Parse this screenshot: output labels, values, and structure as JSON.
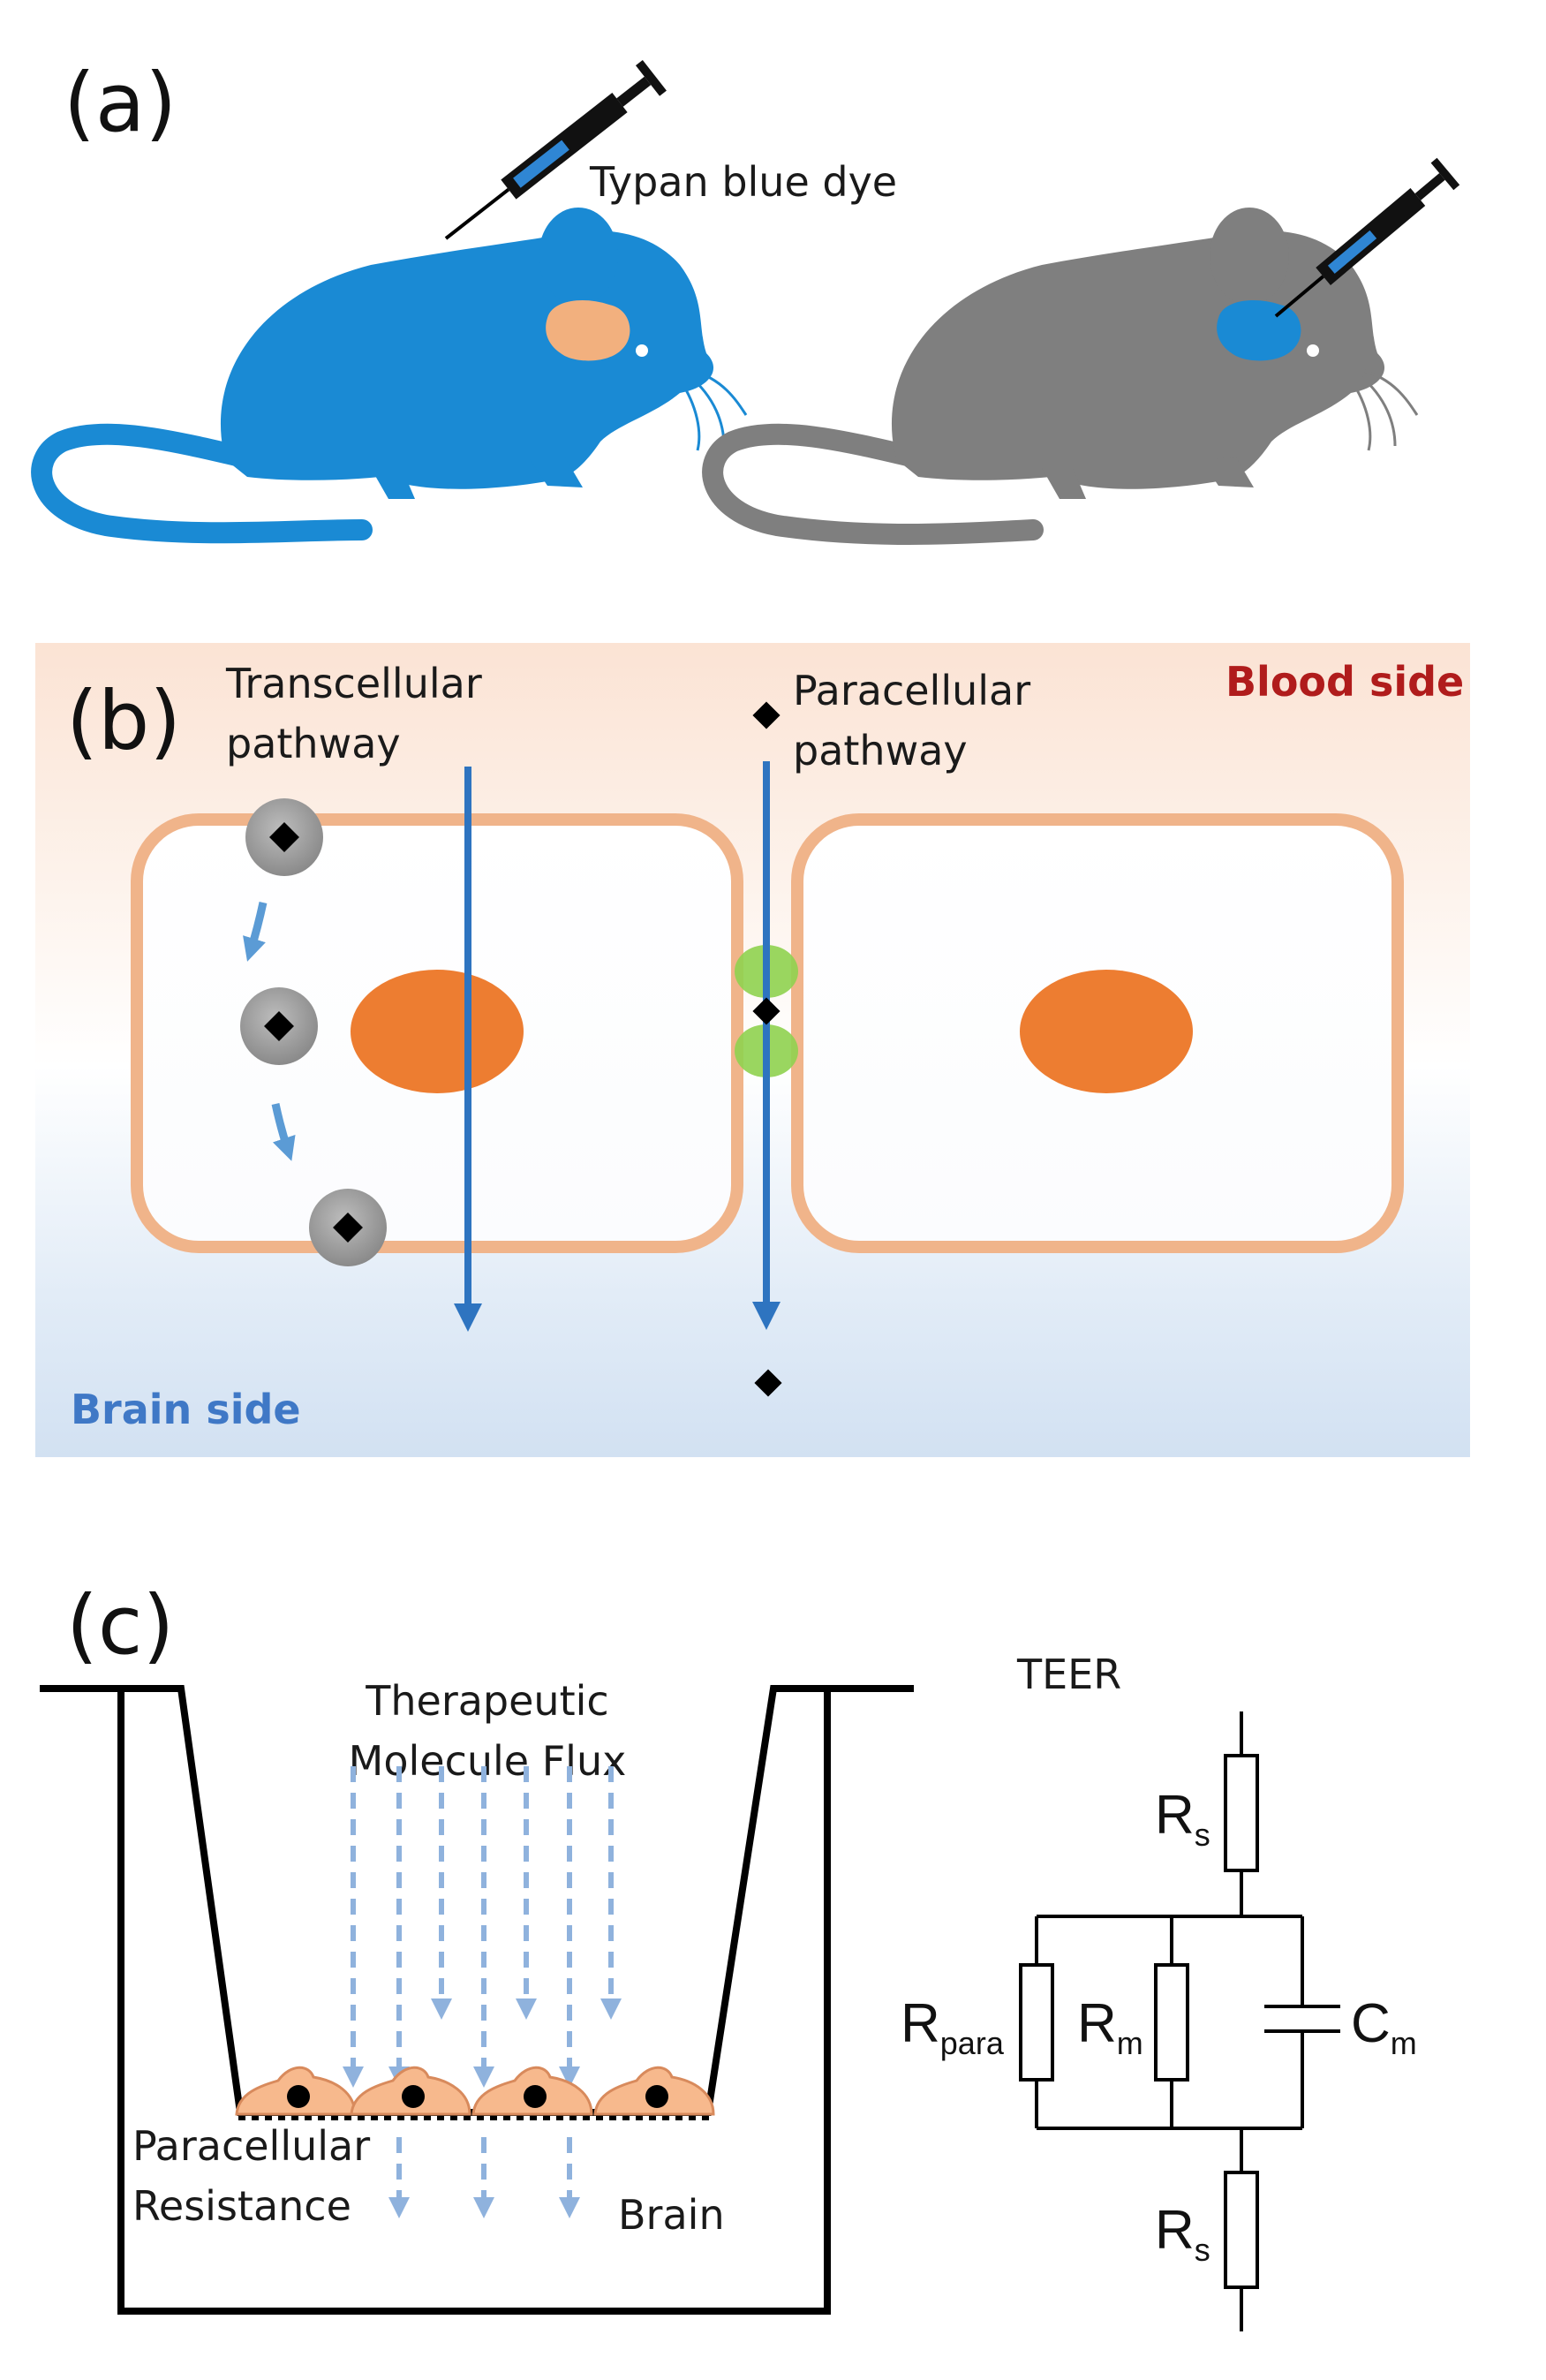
{
  "panel_a": {
    "label": "(a)",
    "dye_label": "Typan blue dye",
    "colors": {
      "stained_mouse": "#1a8ad4",
      "normal_mouse": "#7f7f7f",
      "brain_unstained": "#f2b07e",
      "brain_stained": "#1a8ad4"
    }
  },
  "panel_b": {
    "label": "(b)",
    "transcellular_line1": "Transcellular",
    "transcellular_line2": "pathway",
    "paracellular_line1": "Paracellular",
    "paracellular_line2": "pathway",
    "blood_side": "Blood side",
    "brain_side": "Brain side",
    "colors": {
      "blood_side": "#b01c1c",
      "brain_side": "#3f78c6",
      "cell_border": "#f0b48a",
      "nucleus": "#ed7d31",
      "tight_junction": "#8fd14f",
      "pathway_arrow": "#2e74c0"
    }
  },
  "panel_c": {
    "label": "(c)",
    "flux_line1": "Therapeutic",
    "flux_line2": "Molecule Flux",
    "resistance_line1": "Paracellular",
    "resistance_line2": "Resistance",
    "brain": "Brain",
    "teer_title": "TEER",
    "circuit": {
      "rs_top": "R",
      "rs_top_sub": "s",
      "rpara": "R",
      "rpara_sub": "para",
      "rm": "R",
      "rm_sub": "m",
      "cm": "C",
      "cm_sub": "m",
      "rs_bottom": "R",
      "rs_bottom_sub": "s"
    }
  }
}
